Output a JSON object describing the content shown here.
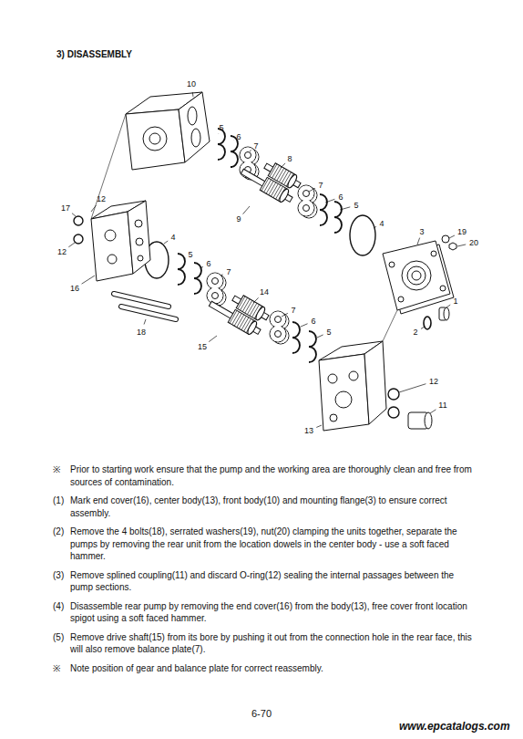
{
  "diagram": {
    "title": "3) DISASSEMBLY",
    "labels": [
      "10",
      "5",
      "6",
      "7",
      "8",
      "7",
      "9",
      "6",
      "5",
      "4",
      "17",
      "12",
      "12",
      "3",
      "19",
      "20",
      "4",
      "5",
      "6",
      "7",
      "1",
      "16",
      "14",
      "2",
      "18",
      "7",
      "6",
      "15",
      "5",
      "12",
      "11",
      "13",
      "※",
      "Prior to starting work ensure that the pump and the working area are thoroughly clean and free from sources of contamination.",
      "(1)",
      "Mark end cover(16), center body(13), front body(10) and mounting flange(3) to ensure correct assembly.",
      "(2)",
      "Remove the 4 bolts(18), serrated washers(19), nut(20) clamping the units together, separate the pumps by removing the rear unit from the location dowels in the center body - use a soft faced hammer.",
      "(3)",
      "Remove splined coupling(11) and discard O-ring(12) sealing the internal passages between the pump sections.",
      "(4)",
      "Disassemble rear pump by removing the end cover(16) from the body(13), free cover front location spigot using a soft faced hammer.",
      "(5)",
      "Remove drive shaft(15) from its bore by pushing it out from the connection hole in the rear face, this will also remove balance plate(7).",
      "※",
      "Note position of gear and balance plate for correct reassembly.",
      "6-70",
      "www.epcatalogs.com"
    ]
  }
}
